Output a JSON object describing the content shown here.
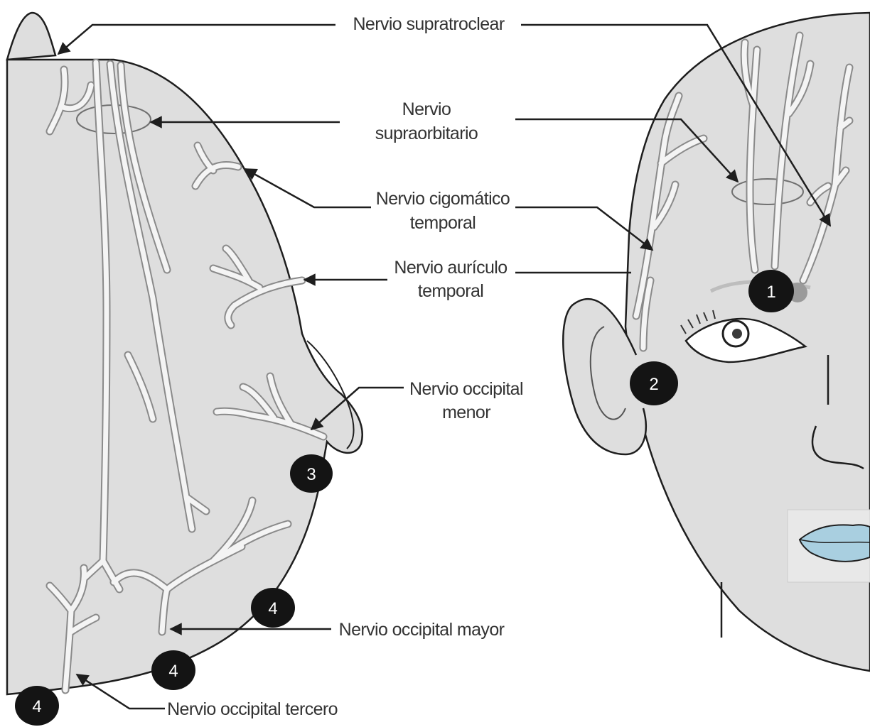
{
  "labels": {
    "supratroclear": "Nervio supratroclear",
    "supraorbitario_line1": "Nervio",
    "supraorbitario_line2": "supraorbitario",
    "cigomatico_line1": "Nervio cigomático",
    "cigomatico_line2": "temporal",
    "auriculo_line1": "Nervio aurículo",
    "auriculo_line2": "temporal",
    "occipital_menor_line1": "Nervio occipital",
    "occipital_menor_line2": "menor",
    "occipital_mayor": "Nervio occipital mayor",
    "occipital_tercero": "Nervio occipital tercero"
  },
  "markers": {
    "m1": "1",
    "m2": "2",
    "m3": "3",
    "m4a": "4",
    "m4b": "4",
    "m4c": "4"
  },
  "colors": {
    "skin": "#dedede",
    "outline": "#1e1e1e",
    "nerve": "#f4f4f4",
    "nerve_edge": "#8a8a8a",
    "marker": "#141414",
    "lips": "#a9cfe0"
  }
}
